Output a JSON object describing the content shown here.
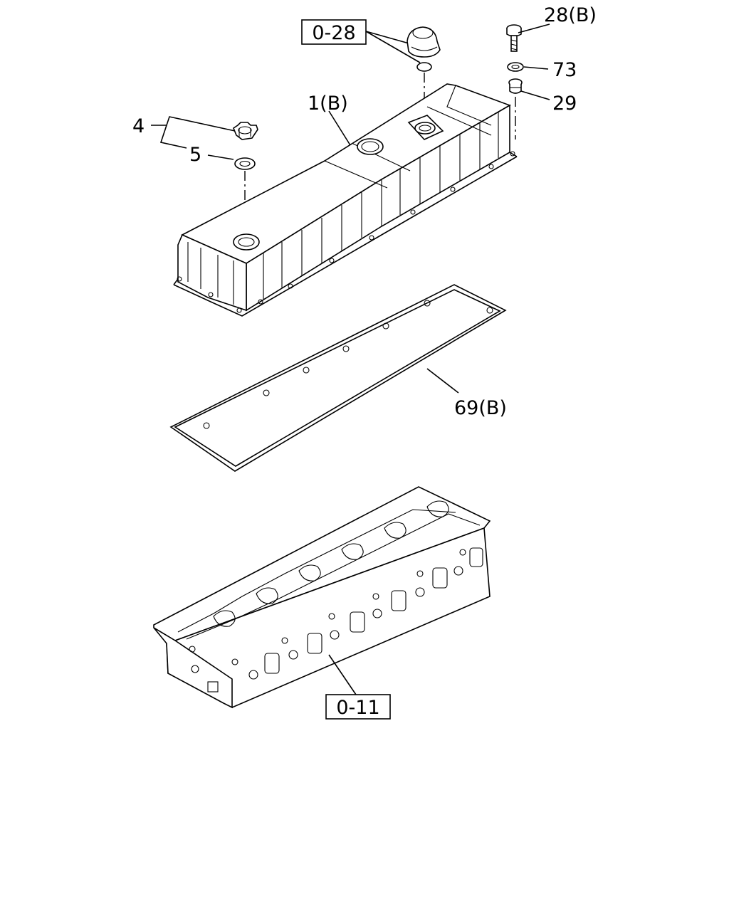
{
  "callouts": {
    "ref_0_28": "0-28",
    "part_28b": "28(B)",
    "part_73": "73",
    "part_29": "29",
    "part_4": "4",
    "part_5": "5",
    "part_1b": "1(B)",
    "part_69b": "69(B)",
    "ref_0_11": "0-11"
  }
}
